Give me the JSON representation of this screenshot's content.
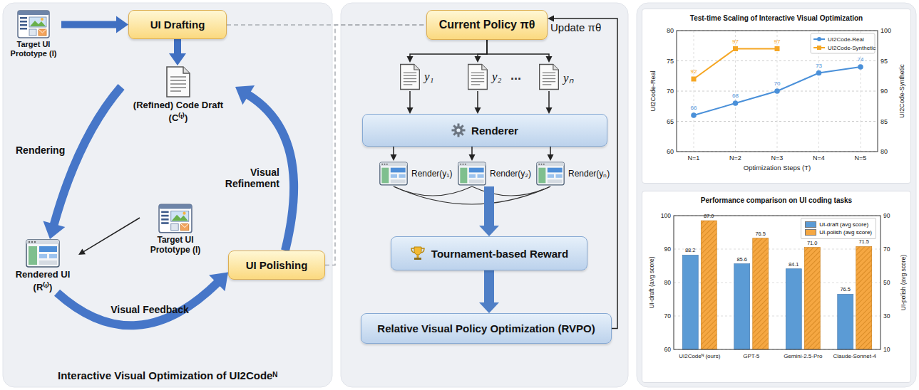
{
  "diagram": {
    "nodes": [
      {
        "text": [
          "Interactive Visual Optimization of UI2Codeᴺ"
        ]
      },
      {
        "text": [
          "Target UI Prototype (I)"
        ],
        "in": 0
      },
      {
        "text": [
          "UI Drafting"
        ],
        "in": 0
      },
      {
        "text": [
          "(Refined) Code Draft",
          "(C⁽ᵗ⁾)"
        ],
        "in": 0
      },
      {
        "text": [
          "Target UI Prototype (I)"
        ],
        "in": 0
      },
      {
        "text": [
          "UI Polishing"
        ],
        "in": 0
      },
      {
        "text": [
          "Rendered UI",
          "(R⁽ᵗ⁾)"
        ],
        "in": 0
      },
      {
        "text": [
          "Current Policy πθ"
        ]
      },
      {
        "text": [
          "y₁"
        ]
      },
      {
        "text": [
          "y₂"
        ]
      },
      {
        "text": [
          "yₙ"
        ]
      },
      {
        "text": [
          "Renderer"
        ]
      },
      {
        "text": [
          "Render(y₁)"
        ]
      },
      {
        "text": [
          "Render(y₂)"
        ]
      },
      {
        "text": [
          "Render(yₙ)"
        ]
      },
      {
        "text": [
          "Tournament-based Reward"
        ]
      },
      {
        "text": [
          "Relative Visual Policy Optimization (RVPO)"
        ]
      },
      {
        "text": [
          "Test-time Scaling of Interactive Visual Optimization"
        ]
      },
      {
        "text": [
          "Performance comparison on UI coding tasks"
        ]
      }
    ],
    "edges": [
      {
        "from": 1,
        "to": 2,
        "arrow": "to"
      },
      {
        "from": 2,
        "to": 3,
        "arrow": "to"
      },
      {
        "from": 3,
        "to": 6,
        "arrow": "to",
        "label": "Rendering"
      },
      {
        "from": 6,
        "to": 5,
        "arrow": "to",
        "label": "Visual Feedback"
      },
      {
        "from": 5,
        "to": 3,
        "arrow": "to",
        "label": "Visual Refinement"
      },
      {
        "from": 4,
        "to": 6,
        "arrow": "to"
      },
      {
        "from": 7,
        "to": 8,
        "arrow": "to"
      },
      {
        "from": 7,
        "to": 9,
        "arrow": "to"
      },
      {
        "from": 7,
        "to": 10,
        "arrow": "to"
      },
      {
        "from": 8,
        "to": 11,
        "arrow": "to"
      },
      {
        "from": 9,
        "to": 11,
        "arrow": "to"
      },
      {
        "from": 10,
        "to": 11,
        "arrow": "to"
      },
      {
        "from": 11,
        "to": 12,
        "arrow": "to"
      },
      {
        "from": 11,
        "to": 13,
        "arrow": "to"
      },
      {
        "from": 11,
        "to": 14,
        "arrow": "to"
      },
      {
        "from": 12,
        "to": 13,
        "arrow": "none"
      },
      {
        "from": 13,
        "to": 14,
        "arrow": "none"
      },
      {
        "from": 12,
        "to": 14,
        "arrow": "none"
      },
      {
        "from": 13,
        "to": 15,
        "arrow": "to"
      },
      {
        "from": 15,
        "to": 16,
        "arrow": "to"
      },
      {
        "from": 16,
        "to": 7,
        "arrow": "to",
        "label": "Update πθ"
      },
      {
        "from": 2,
        "to": 7,
        "arrow": "none"
      },
      {
        "from": 5,
        "to": 7,
        "arrow": "none"
      }
    ],
    "labels": [
      "...",
      "UI2Code-Real",
      "UI2Code-Synthetic",
      "60",
      "65",
      "70",
      "75",
      "80",
      "80",
      "85",
      "90",
      "95",
      "100",
      "N=1",
      "N=2",
      "N=3",
      "N=4",
      "N=5",
      "Optimization Steps (T)",
      "66",
      "68",
      "70",
      "73",
      "74",
      "92",
      "97",
      "97",
      "UI-draft (avg score)",
      "UI-polish (avg score)",
      "60",
      "70",
      "80",
      "90",
      "100",
      "10",
      "30",
      "50",
      "70",
      "90",
      "UI2Codeᴺ (ours)",
      "GPT-5",
      "Gemini-2.5-Pro",
      "Claude-Sonnet-4",
      "88.2",
      "87.0",
      "85.6",
      "76.5",
      "84.1",
      "71.0",
      "76.5",
      "71.5"
    ],
    "legend": [
      {
        "text": "UI2Code-Real"
      },
      {
        "text": "UI2Code-Synthetic"
      },
      {
        "text": "UI-draft (avg score)",
        "color": "#5b9bd5"
      },
      {
        "text": "UI-polish (avg score)",
        "color": "#f5a742"
      }
    ]
  }
}
